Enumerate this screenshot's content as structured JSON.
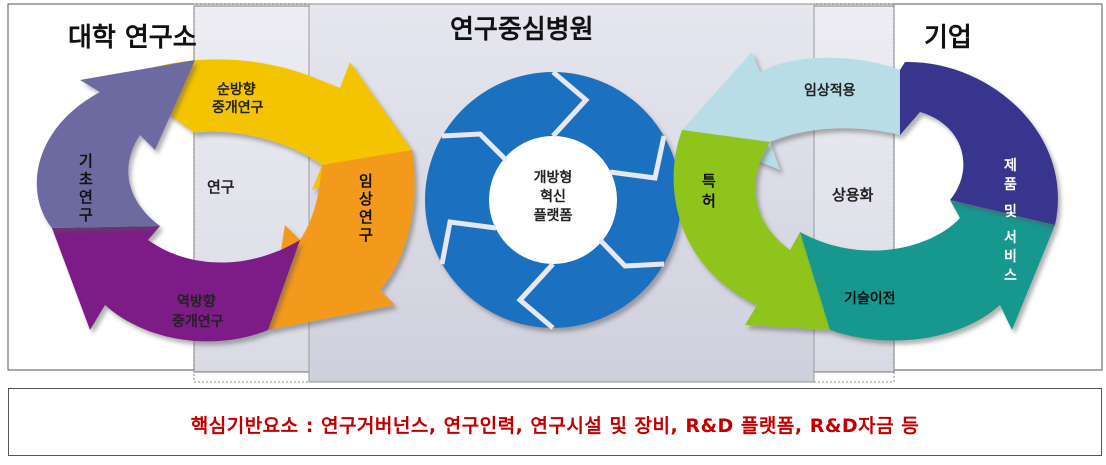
{
  "headers": {
    "left": "대학 연구소",
    "center": "연구중심병원",
    "right": "기업"
  },
  "left_cycle": {
    "forward": [
      "순방향",
      "중개연구"
    ],
    "research": "연구",
    "basic": [
      "기",
      "초",
      "연",
      "구"
    ],
    "clinical": [
      "임",
      "상",
      "연",
      "구"
    ],
    "reverse": [
      "역방향",
      "중개연구"
    ]
  },
  "center_cycle": {
    "label": [
      "개방형",
      "혁신",
      "플랫폼"
    ]
  },
  "right_cycle": {
    "clinical_apply": "임상적용",
    "patent": [
      "특",
      "허"
    ],
    "commercial": "상용화",
    "product": [
      "제",
      "품",
      "및",
      "서",
      "비",
      "스"
    ],
    "transfer": "기술이전"
  },
  "footer": {
    "text": "핵심기반요소 : 연구거버넌스, 연구인력, 연구시설 및 장비, R&D 플랫폼, R&D자금 등"
  },
  "colors": {
    "yellow": "#f5c400",
    "orange": "#f39a1c",
    "purple": "#7d1a86",
    "slate": "#6c6aa0",
    "blue": "#1f6fc0",
    "light_blue": "#b8dde6",
    "green": "#8fc41f",
    "teal": "#13988f",
    "navy": "#39358f",
    "label_red": "#c00000"
  }
}
